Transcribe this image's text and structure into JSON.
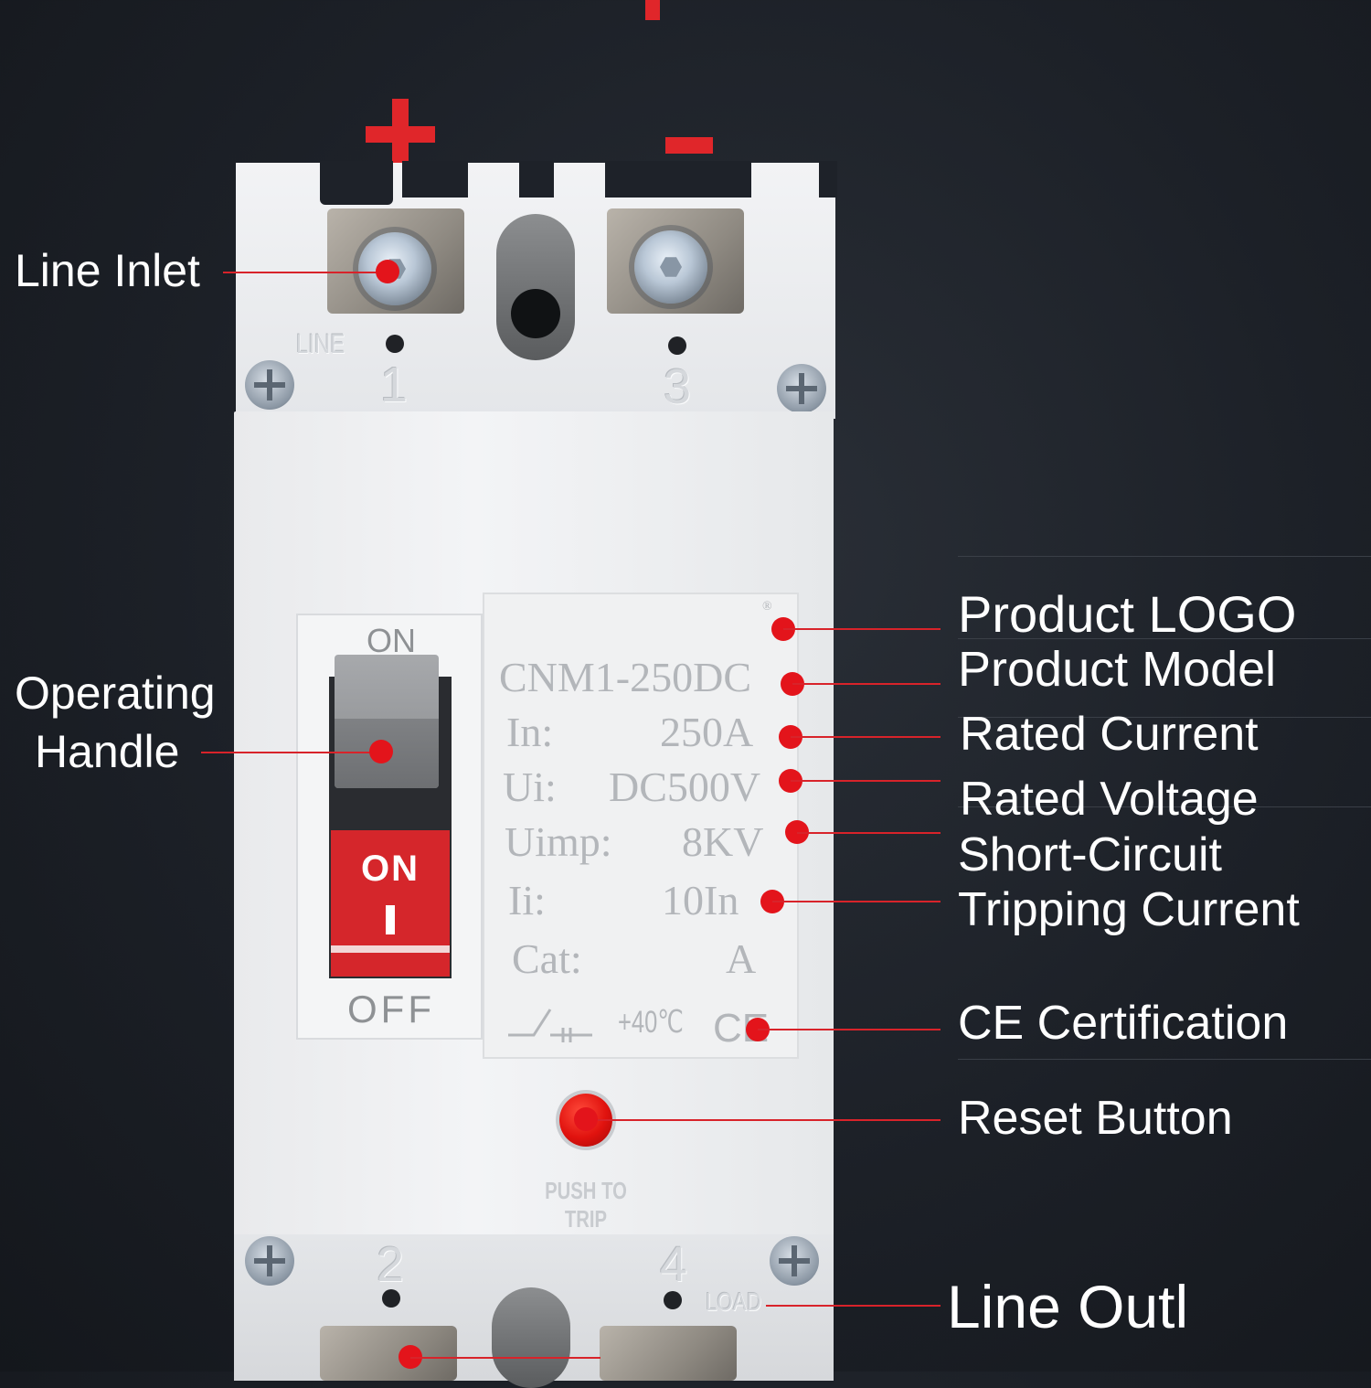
{
  "polarity": {
    "positive": "+",
    "negative": "-"
  },
  "breaker": {
    "terminal_top_left": "1",
    "terminal_top_right": "3",
    "terminal_bottom_left": "2",
    "terminal_bottom_right": "4",
    "line_text": "LINE",
    "load_text": "LOAD",
    "handle": {
      "top_label": "ON",
      "flag_label": "ON",
      "flag_symbol": "I",
      "bottom_label": "OFF"
    },
    "plate": {
      "logo_mark": "®",
      "model": "CNM1-250DC",
      "rows": [
        {
          "key": "In:",
          "value": "250A"
        },
        {
          "key": "Ui:",
          "value": "DC500V"
        },
        {
          "key": "Uimp:",
          "value": "8KV"
        },
        {
          "key": "Ii:",
          "value": "10In"
        },
        {
          "key": "Cat:",
          "value": "A"
        }
      ],
      "temperature": "+40℃",
      "ce_mark": "CE"
    },
    "reset_caption": "PUSH TO TRIP"
  },
  "annotations": {
    "line_inlet": "Line Inlet",
    "operating_handle_1": "Operating",
    "operating_handle_2": "Handle",
    "product_logo": "Product LOGO",
    "product_model": "Product Model",
    "rated_current": "Rated Current",
    "rated_voltage": "Rated Voltage",
    "short_circuit_1": "Short-Circuit",
    "short_circuit_2": "Tripping Current",
    "ce_certification": "CE Certification",
    "reset_button": "Reset Button",
    "line_outlet": "Line Outl"
  },
  "colors": {
    "accent_red": "#e3141b",
    "background": "#1c2027",
    "label_text": "#ffffff"
  }
}
